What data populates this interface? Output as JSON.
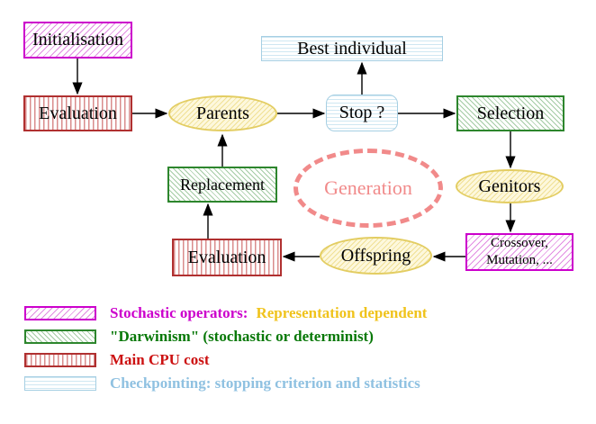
{
  "diagram": {
    "nodes": {
      "initialisation": {
        "label": "Initialisation",
        "style": "stochastic-operator"
      },
      "evaluation_top": {
        "label": "Evaluation",
        "style": "main-cpu-cost"
      },
      "parents": {
        "label": "Parents",
        "style": "representation-dependent"
      },
      "best_individual": {
        "label": "Best individual",
        "style": "checkpointing"
      },
      "stop": {
        "label": "Stop ?",
        "style": "checkpointing"
      },
      "selection": {
        "label": "Selection",
        "style": "darwinism"
      },
      "replacement": {
        "label": "Replacement",
        "style": "darwinism"
      },
      "generation": {
        "label": "Generation",
        "style": "cycle-annotation"
      },
      "genitors": {
        "label": "Genitors",
        "style": "representation-dependent"
      },
      "evaluation_bottom": {
        "label": "Evaluation",
        "style": "main-cpu-cost"
      },
      "crossover": {
        "line1": "Crossover,",
        "line2": "Mutation, ...",
        "style": "stochastic-operator"
      },
      "offspring": {
        "label": "Offspring",
        "style": "representation-dependent"
      }
    },
    "legend": {
      "items": [
        {
          "name": "stochastic-operators",
          "primary": "Stochastic operators:",
          "secondary": "Representation dependent"
        },
        {
          "name": "darwinism",
          "primary": "\"Darwinism\" (stochastic or determinist)"
        },
        {
          "name": "main-cpu-cost",
          "primary": "Main CPU cost"
        },
        {
          "name": "checkpointing",
          "primary": "Checkpointing: stopping criterion and statistics"
        }
      ]
    },
    "colors": {
      "magenta": "#cc00cc",
      "red_border": "#b03030",
      "red_stripe": "#d98c8c",
      "green_border": "#2d862d",
      "green_hatch": "#a3cba3",
      "cyan_border": "#a6cfe3",
      "cyan_stripe": "#cfe7f2",
      "yellow_border": "#e3cd62",
      "yellow_fill": "#fdf8dd",
      "gold_text": "#f0c31c",
      "salmon": "#f18a8a",
      "legend_green_text": "#087808",
      "legend_red_text": "#cc1111",
      "legend_cyan_text": "#8fc1e1",
      "arrow": "#000000"
    }
  }
}
